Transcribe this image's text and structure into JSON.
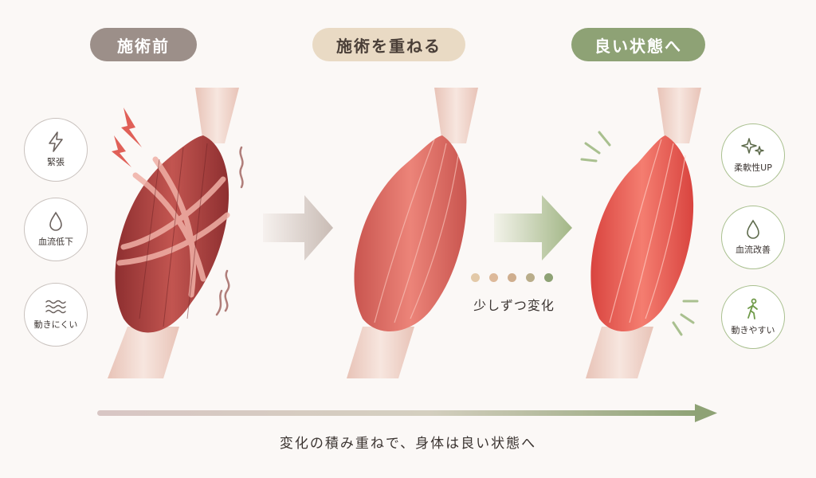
{
  "stages": {
    "before": "施術前",
    "middle": "施術を重ねる",
    "after": "良い状態へ"
  },
  "left_badges": [
    {
      "label": "緊張",
      "icon": "lightning-icon"
    },
    {
      "label": "血流低下",
      "icon": "droplet-icon"
    },
    {
      "label": "動きにくい",
      "icon": "waves-icon"
    }
  ],
  "right_badges": [
    {
      "label": "柔軟性UP",
      "icon": "sparkle-icon"
    },
    {
      "label": "血流改善",
      "icon": "droplet-icon"
    },
    {
      "label": "動きやすい",
      "icon": "walking-person-icon"
    }
  ],
  "middle_caption": "少しずつ変化",
  "bottom_caption": "変化の積み重ねで、身体は良い状態へ",
  "colors": {
    "before_pill": "#9c8f89",
    "middle_pill": "#e9dac4",
    "after_pill": "#8ea275",
    "muscle_tense": "#b84a4a",
    "muscle_relaxed": "#e66a62",
    "progress_dots": [
      "#e3c9a8",
      "#ddb99a",
      "#cfae8e",
      "#b9ad8a",
      "#8ea275"
    ]
  }
}
